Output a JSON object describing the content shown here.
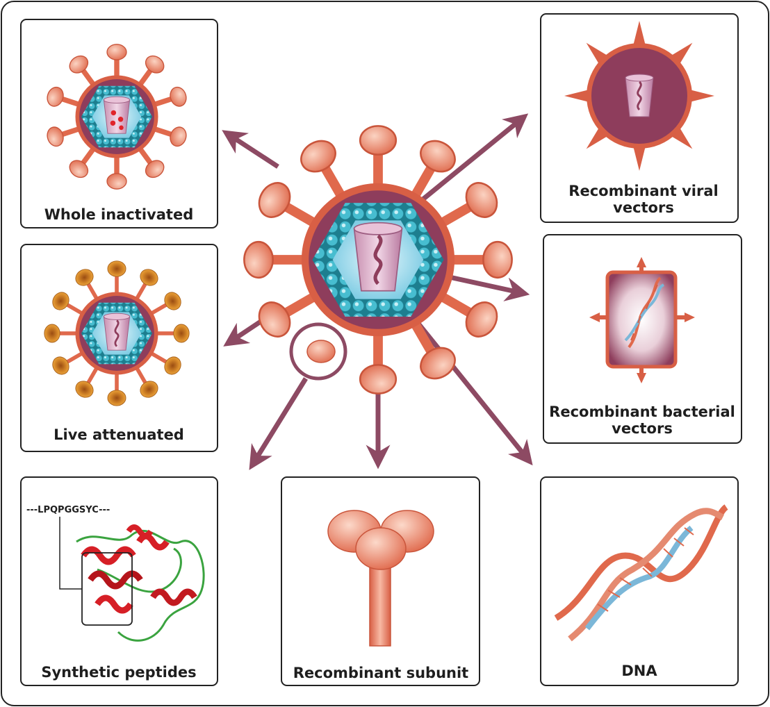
{
  "panels": {
    "whole_inactivated": "Whole inactivated",
    "live_attenuated": "Live attenuated",
    "synthetic_peptides": "Synthetic peptides",
    "recombinant_subunit": "Recombinant subunit",
    "recombinant_viral_vectors": [
      "Recombinant viral",
      "vectors"
    ],
    "recombinant_bacterial_vectors": [
      "Recombinant bacterial",
      "vectors"
    ],
    "dna": "DNA"
  },
  "peptide_sequence": "---LPQPGGSYC---",
  "colors": {
    "arrow": "#8d4a63",
    "capsid_envelope": "#d85f45",
    "spike": "#f2a48a",
    "capsid_bead": "#3fb6c8",
    "capsid_inner": "#8dd7ec",
    "core": "#dba8c4",
    "dark_membrane": "#8e3d5c",
    "live_spike": "#d78c2c",
    "helix_red": "#d61f26",
    "dna_blue": "#7bb7d8"
  }
}
